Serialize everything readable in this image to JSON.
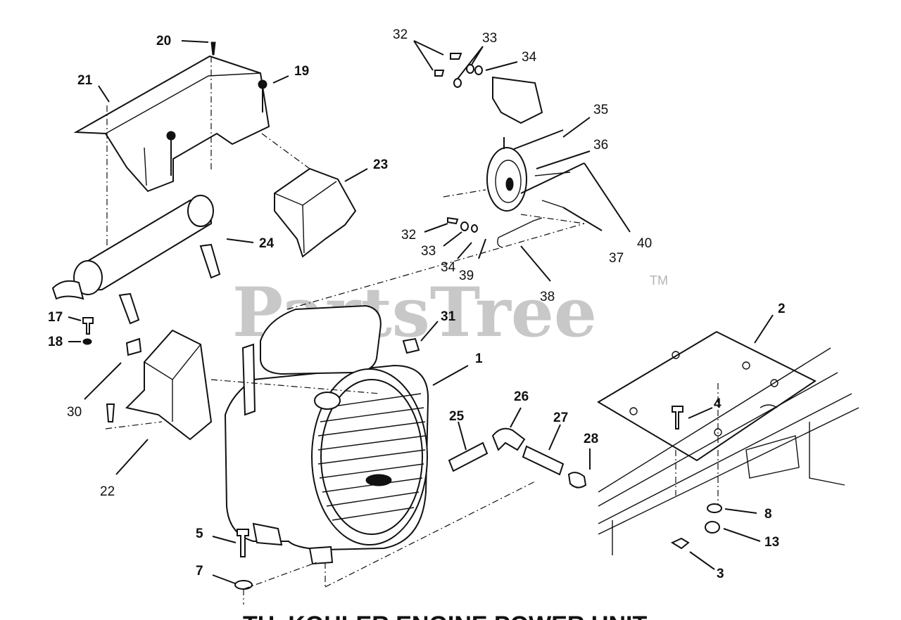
{
  "watermark": {
    "text": "PartsTree",
    "trademark": "TM"
  },
  "caption": {
    "text": "TH, KOHLER ENGINE POWER UNIT"
  },
  "callouts": [
    {
      "id": "c20",
      "label": "20",
      "bold": true
    },
    {
      "id": "c19",
      "label": "19",
      "bold": true
    },
    {
      "id": "c21",
      "label": "21",
      "bold": true
    },
    {
      "id": "c23",
      "label": "23",
      "bold": true
    },
    {
      "id": "c24",
      "label": "24",
      "bold": true
    },
    {
      "id": "c17",
      "label": "17",
      "bold": true
    },
    {
      "id": "c18",
      "label": "18",
      "bold": true
    },
    {
      "id": "c30",
      "label": "30",
      "bold": false
    },
    {
      "id": "c22",
      "label": "22",
      "bold": false
    },
    {
      "id": "c31",
      "label": "31",
      "bold": true
    },
    {
      "id": "c1",
      "label": "1",
      "bold": true
    },
    {
      "id": "c32a",
      "label": "32",
      "bold": false
    },
    {
      "id": "c33a",
      "label": "33",
      "bold": false
    },
    {
      "id": "c34a",
      "label": "34",
      "bold": false
    },
    {
      "id": "c35",
      "label": "35",
      "bold": false
    },
    {
      "id": "c36",
      "label": "36",
      "bold": false
    },
    {
      "id": "c40",
      "label": "40",
      "bold": false
    },
    {
      "id": "c37",
      "label": "37",
      "bold": false
    },
    {
      "id": "c32b",
      "label": "32",
      "bold": false
    },
    {
      "id": "c33b",
      "label": "33",
      "bold": false
    },
    {
      "id": "c34b",
      "label": "34",
      "bold": false
    },
    {
      "id": "c39",
      "label": "39",
      "bold": false
    },
    {
      "id": "c38",
      "label": "38",
      "bold": false
    },
    {
      "id": "c2",
      "label": "2",
      "bold": true
    },
    {
      "id": "c4",
      "label": "4",
      "bold": true
    },
    {
      "id": "c25",
      "label": "25",
      "bold": true
    },
    {
      "id": "c26",
      "label": "26",
      "bold": true
    },
    {
      "id": "c27",
      "label": "27",
      "bold": true
    },
    {
      "id": "c28",
      "label": "28",
      "bold": true
    },
    {
      "id": "c8",
      "label": "8",
      "bold": true
    },
    {
      "id": "c13",
      "label": "13",
      "bold": true
    },
    {
      "id": "c3",
      "label": "3",
      "bold": true
    },
    {
      "id": "c5",
      "label": "5",
      "bold": true
    },
    {
      "id": "c7",
      "label": "7",
      "bold": true
    }
  ]
}
